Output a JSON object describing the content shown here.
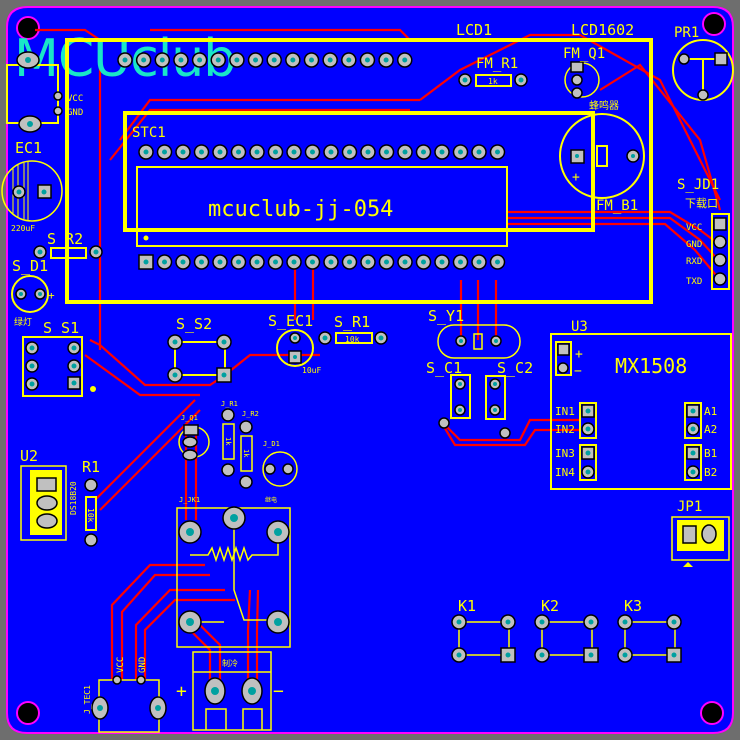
{
  "brand": {
    "logo_text": "MCUclub",
    "board_id": "mcuclub-jj-054",
    "color_logo": "#19e6c8"
  },
  "colors": {
    "board": "#0000ff",
    "silkscreen": "#ffff00",
    "trace": "#ff0000",
    "edge": "#ff00ff",
    "background": "#6e6e6e"
  },
  "components": {
    "lcd1": "LCD1",
    "lcd_model": "LCD1602",
    "stc1": "STC1",
    "fm_r1": "FM_R1",
    "fm_r1_value": "1k",
    "fm_q1": "FM_Q1",
    "fm_b1": "FM_B1",
    "buzzer_cn": "蜂鸣器",
    "pr1": "PR1",
    "ec1": "EC1",
    "ec1_value": "220uF",
    "s_r2": "S_R2",
    "s_d1": "S_D1",
    "s_d1_cn": "绿灯",
    "s_s1": "S_S1",
    "s_s2": "S_S2",
    "s_ec1": "S_EC1",
    "s_ec1_value": "10uF",
    "s_r1": "S_R1",
    "s_r1_value": "10k",
    "s_y1": "S_Y1",
    "s_c1": "S_C1",
    "s_c2": "S_C2",
    "s_jd1": "S_JD1",
    "s_jd1_cn": "下载口",
    "s_jd1_pins": [
      "VCC",
      "GND",
      "RXD",
      "TXD"
    ],
    "power_pins": [
      "VCC",
      "GND"
    ],
    "u2": "U2",
    "u2_model": "DS18B20",
    "r1": "R1",
    "r1_value": "10k",
    "j_q1": "J_Q1",
    "j_r1": "J_R1",
    "j_r1_value": "1k",
    "j_r2": "J_R2",
    "j_r2_value": "1k",
    "j_d1": "J_D1",
    "j_jk1": "J_JK1",
    "j_jk1_note": "继电",
    "j_tec1": "J_TEC1",
    "tec_pins": [
      "VCC",
      "GND"
    ],
    "terminal_note": "制冷",
    "plus": "+",
    "minus": "−",
    "u3": "U3",
    "u3_model": "MX1508",
    "u3_pins": [
      "IN1",
      "IN2",
      "IN3",
      "IN4",
      "A1",
      "A2",
      "B1",
      "B2"
    ],
    "jp1": "JP1",
    "k1": "K1",
    "k2": "K2",
    "k3": "K3"
  }
}
